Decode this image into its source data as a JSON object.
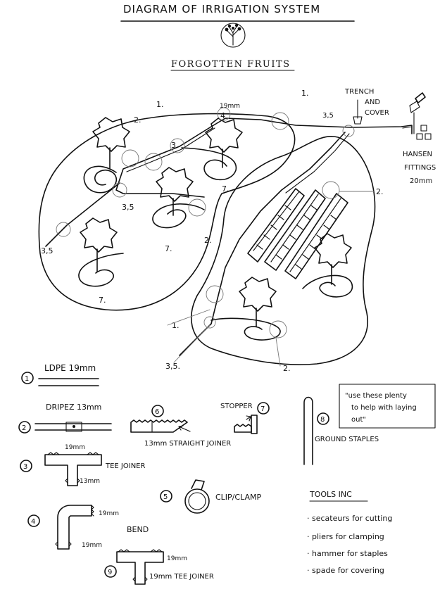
{
  "title": "DIAGRAM OF IRRIGATION SYSTEM",
  "brand": "FORGOTTEN FRUITS",
  "diagram_labels": {
    "pipe_size": "19mm",
    "trench_line1": "TRENCH",
    "trench_line2": "AND",
    "trench_line3": "COVER",
    "fitting_top": "3,5",
    "hansen_line1": "HANSEN",
    "hansen_line2": "FITTINGS",
    "hansen_line3": "20mm",
    "n1": "1.",
    "n2": "2.",
    "n3": "3",
    "n4": "4",
    "n35": "3,5",
    "n35b": "3,5.",
    "n7": "7."
  },
  "parts": [
    {
      "num": "1",
      "label": "LDPE 19mm"
    },
    {
      "num": "2",
      "label": "DRIPEZ 13mm"
    },
    {
      "num": "3",
      "label_top": "19mm",
      "label": "TEE JOINER",
      "label_bottom": "13mm"
    },
    {
      "num": "4",
      "label_top": "19mm",
      "label": "BEND",
      "label_bottom": "19mm"
    },
    {
      "num": "5",
      "label": "CLIP/CLAMP"
    },
    {
      "num": "6",
      "label": "13mm STRAIGHT JOINER"
    },
    {
      "num": "7",
      "label": "STOPPER"
    },
    {
      "num": "8",
      "label": "GROUND STAPLES"
    },
    {
      "num": "9",
      "label_top": "19mm",
      "label": "19mm TEE JOINER"
    }
  ],
  "note": {
    "line1": "\"use these plenty",
    "line2": "to help with laying",
    "line3": "out\""
  },
  "tools": {
    "heading": "TOOLS INC",
    "items": [
      "secateurs for cutting",
      "pliers for clamping",
      "hammer for staples",
      "spade for covering"
    ]
  }
}
